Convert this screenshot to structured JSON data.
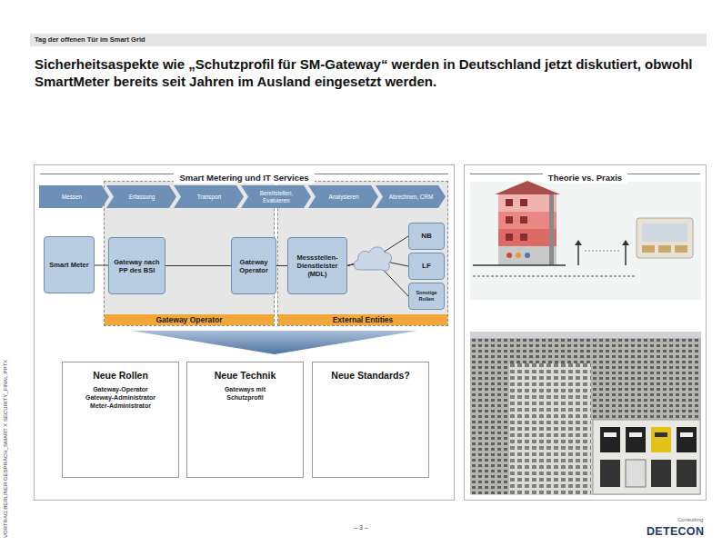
{
  "diagram": {
    "title": "Sicherheitsaspekte wie „Schutzprofil für SM-Gateway“ werden in Deutschland jetzt diskutiert, obwohl SmartMeter bereits seit Jahren im Ausland eingesetzt werden.",
    "nodes": [
      {
        "text": [
          "Tag der offenen Tür im Smart Grid"
        ]
      },
      {
        "text": [
          "Smart Metering und IT Services"
        ]
      },
      {
        "text": [
          "Messen"
        ],
        "in": 1
      },
      {
        "text": [
          "Erfassung"
        ],
        "in": 1
      },
      {
        "text": [
          "Transport"
        ],
        "in": 1
      },
      {
        "text": [
          "Bereitstellen, Evaluieren"
        ],
        "in": 1
      },
      {
        "text": [
          "Analysieren"
        ],
        "in": 1
      },
      {
        "text": [
          "Abrechnen, CRM"
        ],
        "in": 1
      },
      {
        "text": [
          "Smart Meter"
        ],
        "in": 1
      },
      {
        "text": [
          "Gateway Operator"
        ],
        "in": 1
      },
      {
        "text": [
          "Gateway nach PP des BSI"
        ],
        "in": 9
      },
      {
        "text": [
          "Gateway Operator"
        ],
        "in": 9
      },
      {
        "text": [
          "External Entities"
        ],
        "in": 1
      },
      {
        "text": [
          "Messstellen-Dienstleister (MDL)"
        ],
        "in": 12
      },
      {
        "text": [
          "NB"
        ],
        "in": 12
      },
      {
        "text": [
          "LF"
        ],
        "in": 12
      },
      {
        "text": [
          "Sonstige Rollen"
        ],
        "in": 12
      },
      {
        "text": [
          "Neue Rollen",
          "Gateway-Operator Gateway-Administrator Meter-Administrator"
        ],
        "in": 1
      },
      {
        "text": [
          "Neue Technik",
          "Gateways mit Schutzprofil"
        ],
        "in": 1
      },
      {
        "text": [
          "Neue Standards?"
        ],
        "in": 1
      },
      {
        "text": [
          "Theorie vs. Praxis"
        ]
      }
    ],
    "edges": [
      {
        "from": 8,
        "to": 10,
        "arrow": "none"
      },
      {
        "from": 10,
        "to": 11,
        "arrow": "none"
      },
      {
        "from": 11,
        "to": 13,
        "arrow": "none"
      },
      {
        "from": 13,
        "to": 14,
        "arrow": "none"
      },
      {
        "from": 13,
        "to": 15,
        "arrow": "none"
      },
      {
        "from": 13,
        "to": 16,
        "arrow": "none"
      }
    ],
    "labels": [
      "VORTRAG BERLINER GESPRÄCH_SMART X SECURITY_FINAL.PPTX",
      "– 3 –",
      "Consulting",
      "DETECON"
    ]
  }
}
